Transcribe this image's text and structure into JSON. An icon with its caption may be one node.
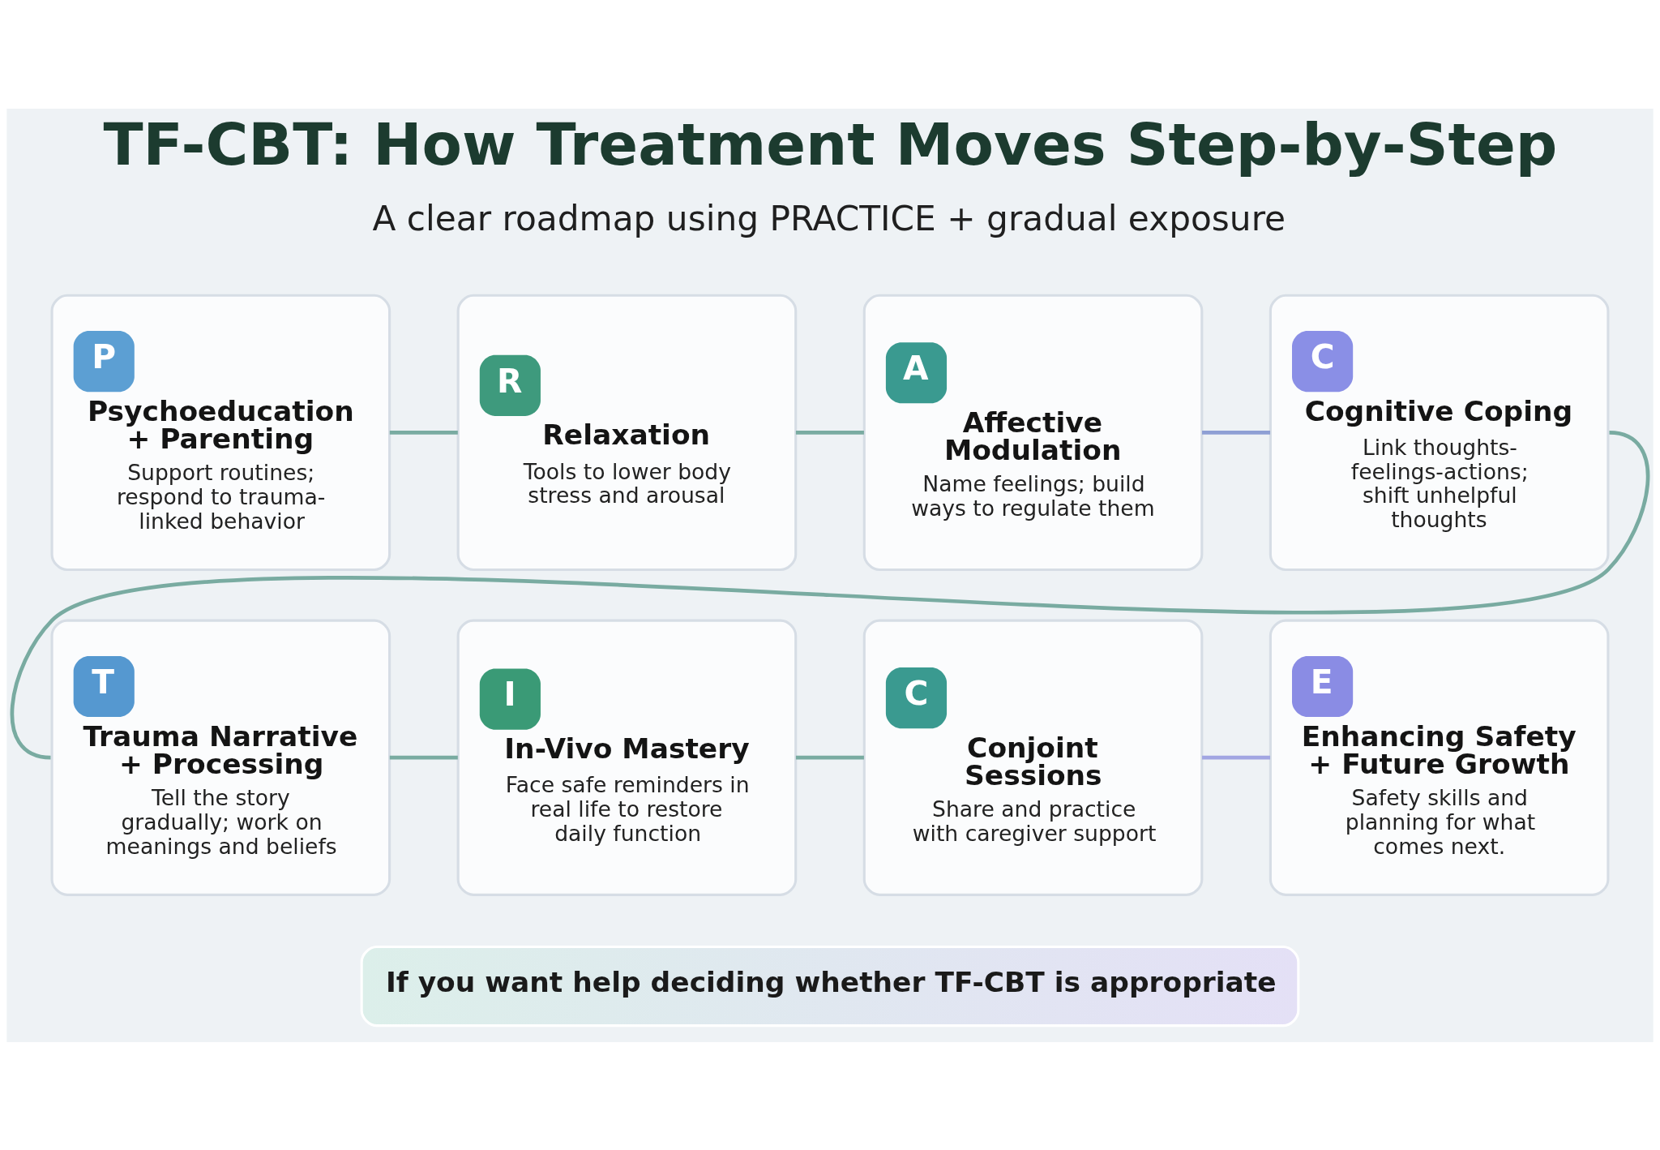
{
  "diagram": {
    "title": "TF-CBT: How Treatment Moves Step-by-Step",
    "nodes": [
      {
        "text": [
          "P",
          "Psychoeducation + Parenting",
          "Support routines; respond to trauma-linked behavior"
        ]
      },
      {
        "text": [
          "R",
          "Relaxation",
          "Tools to lower body stress and arousal"
        ]
      },
      {
        "text": [
          "A",
          "Affective Modulation",
          "Name feelings; build ways to regulate them"
        ]
      },
      {
        "text": [
          "C",
          "Cognitive Coping",
          "Link thoughts-feelings-actions; shift unhelpful thoughts"
        ]
      },
      {
        "text": [
          "T",
          "Trauma Narrative + Processing",
          "Tell the story gradually; work on meanings and beliefs"
        ]
      },
      {
        "text": [
          "I",
          "In-Vivo Mastery",
          "Face safe reminders in real life to restore daily function"
        ]
      },
      {
        "text": [
          "C",
          "Conjoint Sessions",
          "Share and practice with caregiver support"
        ]
      },
      {
        "text": [
          "E",
          "Enhancing Safety + Future Growth",
          "Safety skills and planning for what comes next."
        ]
      },
      {
        "text": [
          "If you want help deciding whether TF-CBT is appropriate"
        ]
      }
    ],
    "edges": [
      {
        "from": 0,
        "to": 1,
        "arrow": "none"
      },
      {
        "from": 1,
        "to": 2,
        "arrow": "none"
      },
      {
        "from": 2,
        "to": 3,
        "arrow": "none",
        "color": "#8e9fd4"
      },
      {
        "from": 3,
        "to": 4,
        "arrow": "none"
      },
      {
        "from": 4,
        "to": 5,
        "arrow": "none"
      },
      {
        "from": 5,
        "to": 6,
        "arrow": "none"
      },
      {
        "from": 6,
        "to": 7,
        "arrow": "none",
        "color": "#a2a6e2"
      }
    ],
    "labels": [
      "A clear roadmap using PRACTICE + gradual exposure"
    ]
  }
}
